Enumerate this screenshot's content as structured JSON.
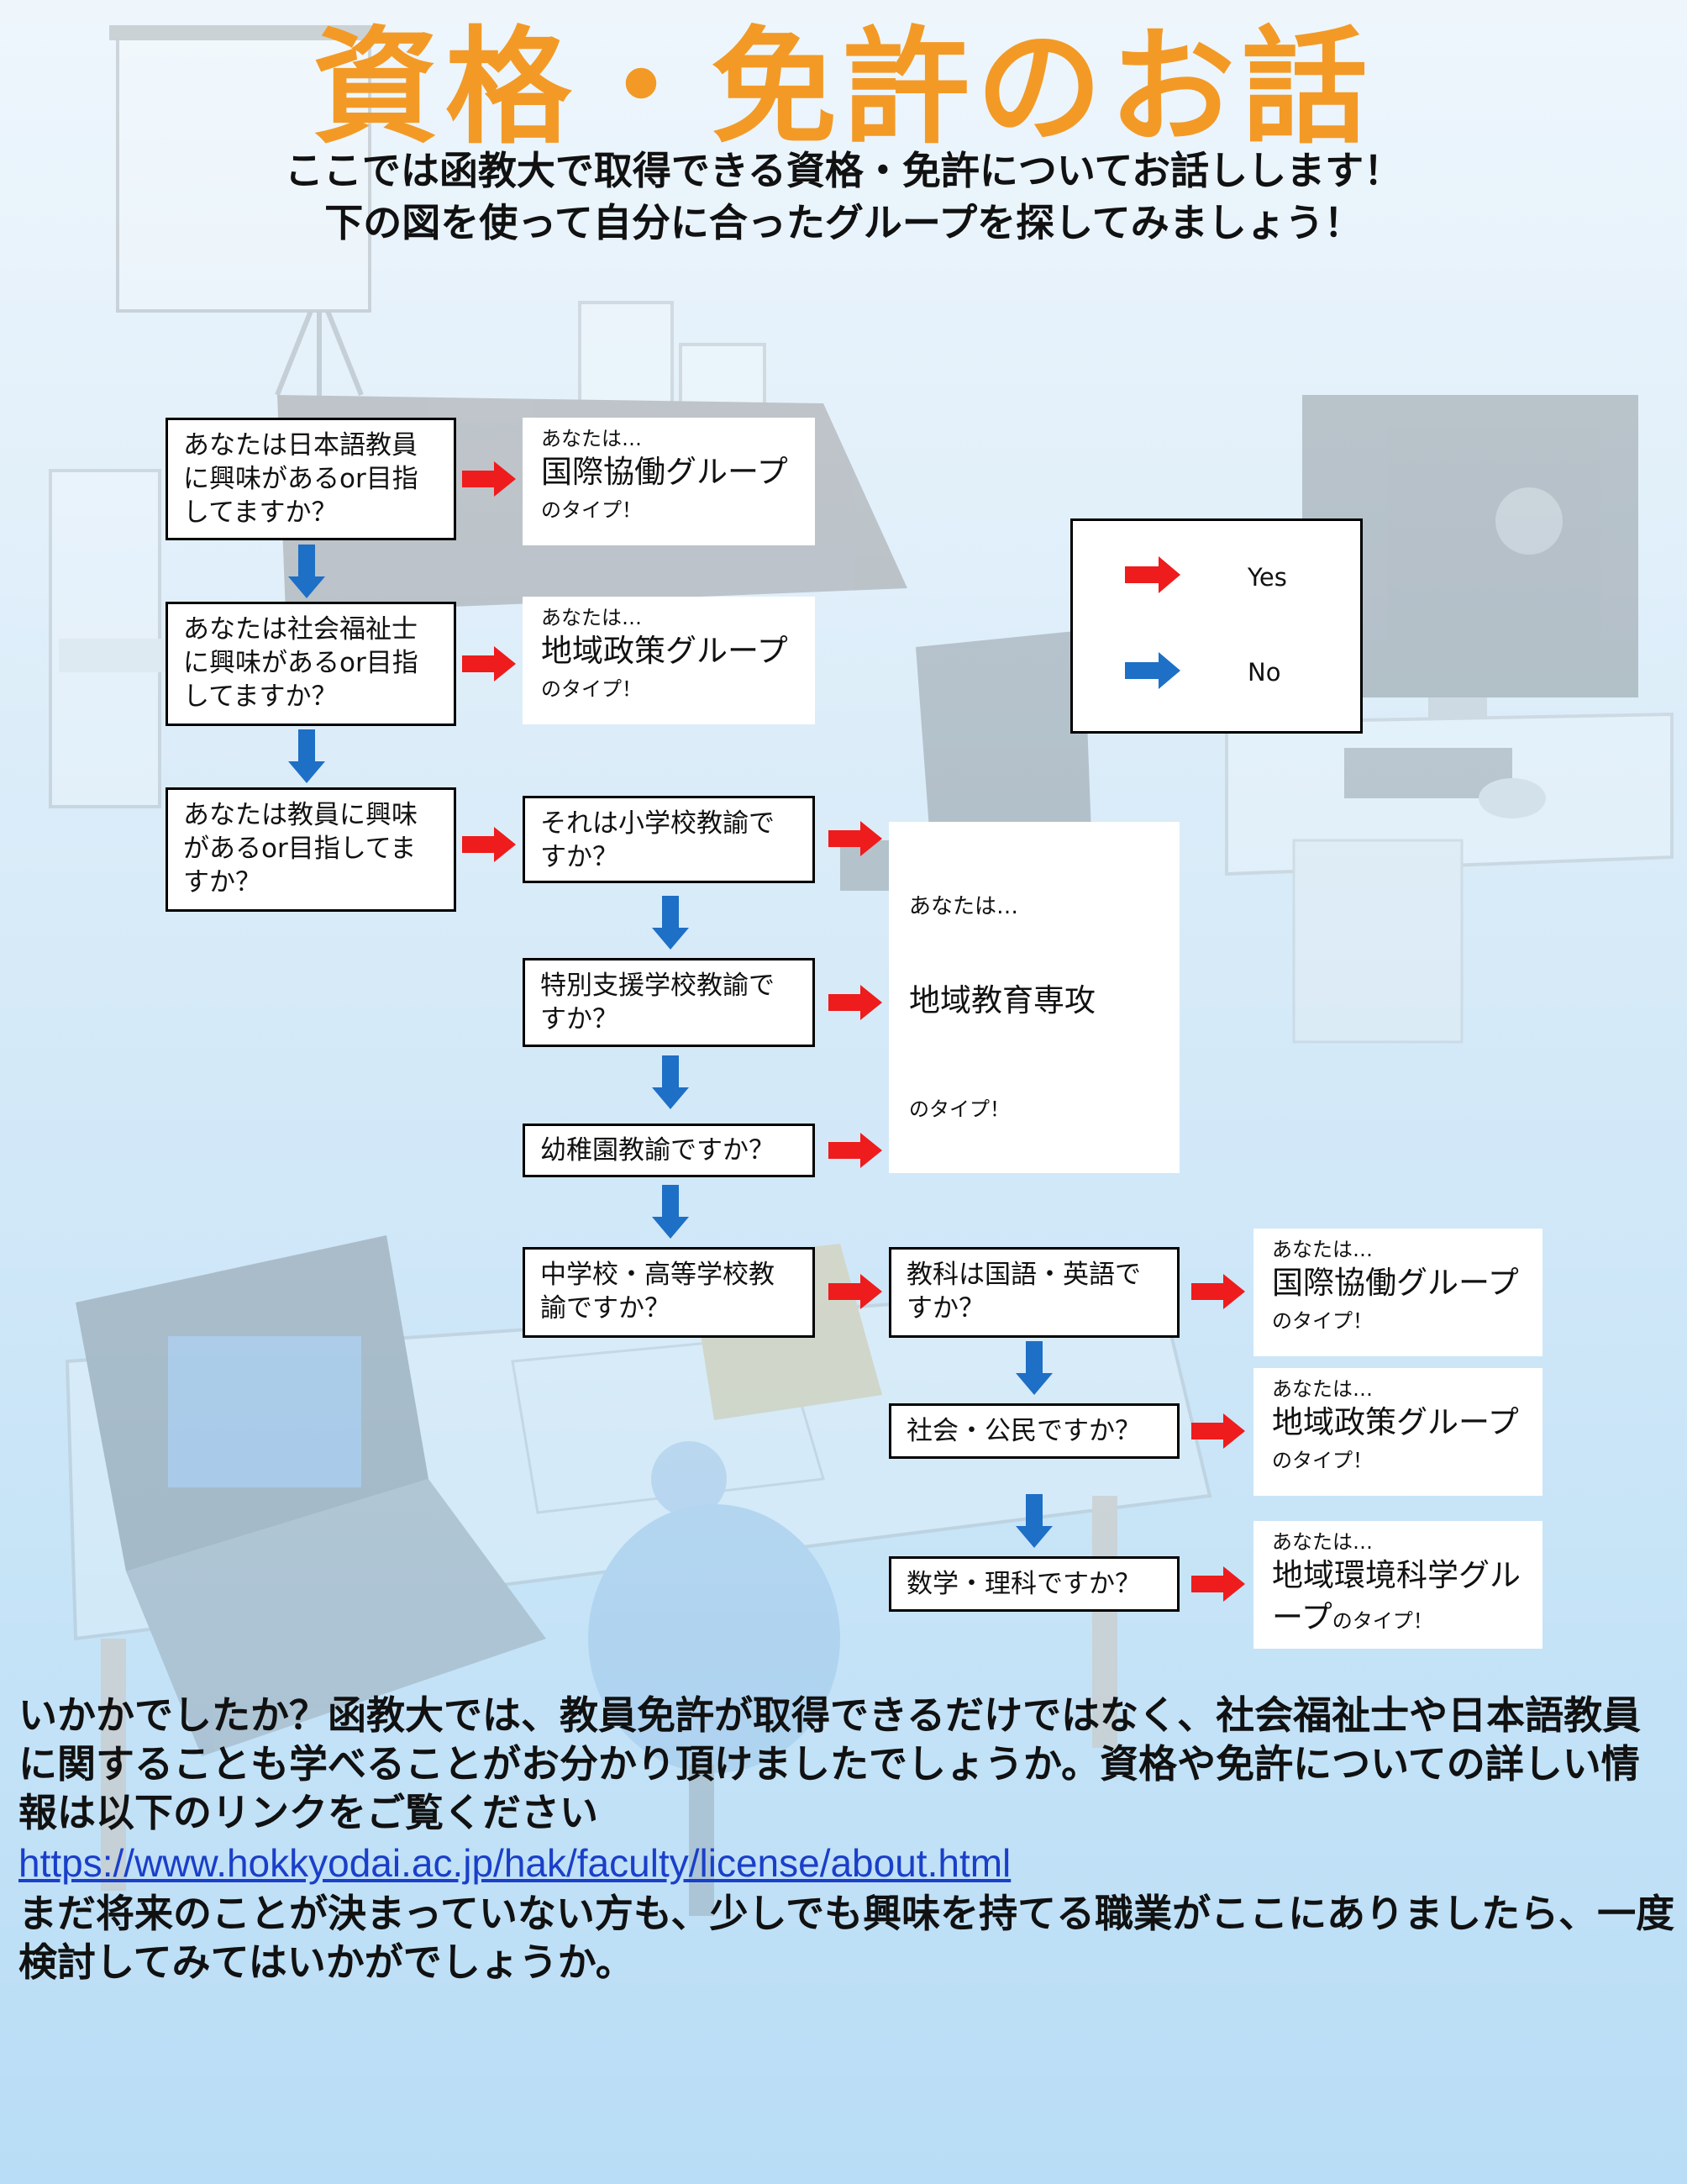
{
  "header": {
    "title": "資格・免許のお話",
    "subtitle_line1": "ここでは函教大で取得できる資格・免許についてお話しします！",
    "subtitle_line2": "下の図を使って自分に合ったグループを探してみましょう！"
  },
  "flowchart": {
    "q_japanese_teacher": "あなたは日本語教員に興味があるor目指してますか？",
    "q_social_worker": "あなたは社会福祉士に興味があるor目指してますか？",
    "q_teacher": "あなたは教員に興味があるor目指してますか？",
    "q_elementary": "それは小学校教諭ですか？",
    "q_special_support": "特別支援学校教諭ですか？",
    "q_kindergarten": "幼稚園教諭ですか？",
    "q_junior_high": "中学校・高等学校教諭ですか？",
    "q_japanese_english": "教科は国語・英語ですか？",
    "q_social_civics": "社会・公民ですか？",
    "q_math_science": "数学・理科ですか？",
    "result_prefix": "あなたは…",
    "result_suffix": "のタイプ！",
    "group_international": "国際協働グループ",
    "group_regional_policy": "地域政策グループ",
    "group_regional_education": "地域教育専攻",
    "group_environmental_science": "地域環境科学グループ"
  },
  "legend": {
    "yes_label": "Yes",
    "no_label": "No",
    "yes_color": "#ee1c1c",
    "no_color": "#1e6fc6"
  },
  "footer": {
    "paragraph1": "いかかでしたか？函教大では、教員免許が取得できるだけではなく、社会福祉士や日本語教員に関することも学べることがお分かり頂けましたでしょうか。資格や免許についての詳しい情報は以下のリンクをご覧ください",
    "link": "https://www.hokkyodai.ac.jp/hak/faculty/license/about.html",
    "paragraph2": "まだ将来のことが決まっていない方も、少しでも興味を持てる職業がここにありましたら、一度検討してみてはいかがでしょうか。"
  }
}
